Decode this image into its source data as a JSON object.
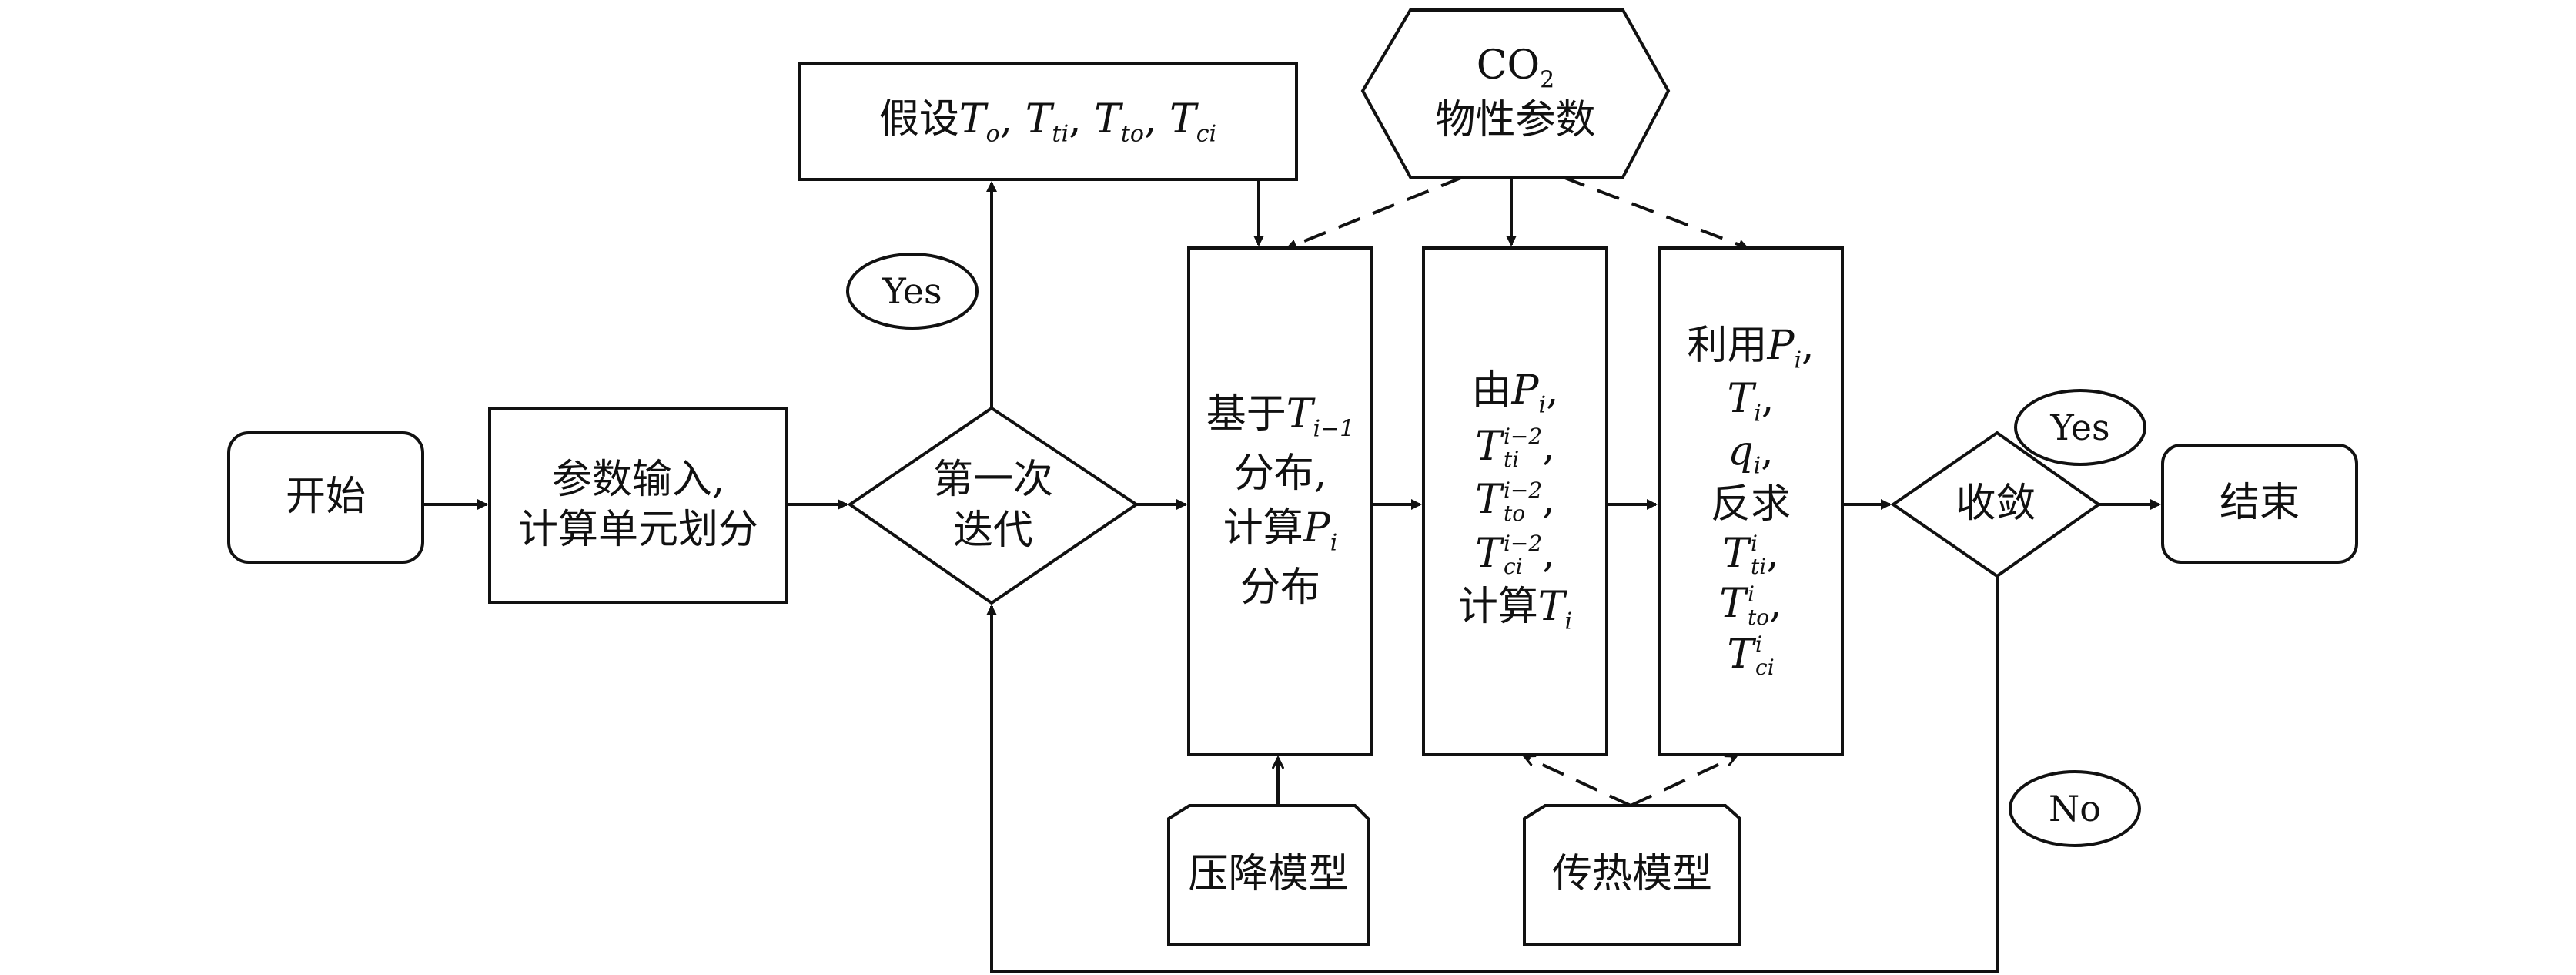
{
  "nodes": {
    "start": "开始",
    "input": [
      "参数输入,",
      "计算单元划分"
    ],
    "first_iter": [
      "第一次",
      "迭代"
    ],
    "assume": {
      "prefix": "假设",
      "t0": "T",
      "t0s": "o",
      "t1": "T",
      "t1s": "ti",
      "t2": "T",
      "t2s": "to",
      "t3": "T",
      "t3s": "ci",
      "sep": ", "
    },
    "co2": {
      "line1": "CO",
      "line1_sub": "2",
      "line2": "物性参数"
    },
    "pressure_calc": {
      "l1": "基于",
      "l1_sym": "T",
      "l1_sub": "i−1",
      "l2": "分布,",
      "l3": "计算",
      "l3_sym": "P",
      "l3_sub": "i",
      "l4": "分布"
    },
    "temp_calc": {
      "l1": "由",
      "l1_sym": "P",
      "l1_sub": "i",
      "comma": ",",
      "sym": "T",
      "sup": "i−2",
      "sub1": "ti",
      "sub2": "to",
      "sub3": "ci",
      "l5": "计算",
      "l5_sym": "T",
      "l5_sub": "i"
    },
    "inverse": {
      "l1": "利用",
      "l1_sym": "P",
      "l1_sub": "i",
      "comma": ",",
      "t_sym": "T",
      "t_sub": "i",
      "q_sym": "q",
      "q_sub": "i",
      "l4": "反求",
      "sym": "T",
      "sup": "i",
      "sub1": "ti",
      "sub2": "to",
      "sub3": "ci"
    },
    "converge": "收敛",
    "end": "结束",
    "pressure_model": "压降模型",
    "heat_model": "传热模型"
  },
  "labels": {
    "yes_top": "Yes",
    "yes_right": "Yes",
    "no": "No"
  }
}
